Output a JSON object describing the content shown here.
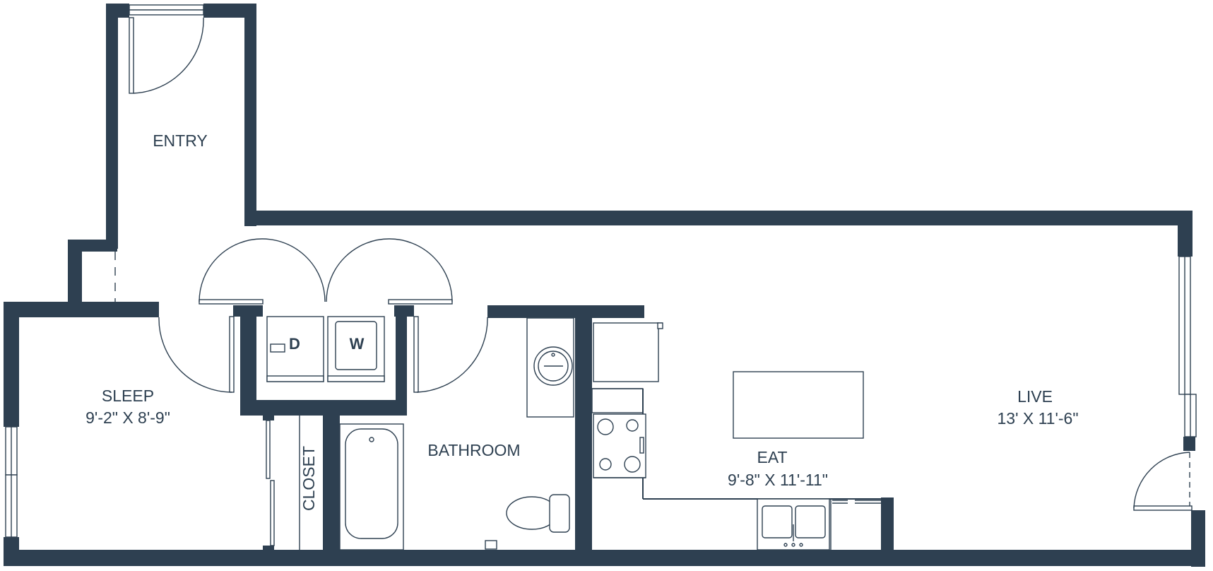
{
  "rooms": {
    "entry": {
      "name": "ENTRY"
    },
    "sleep": {
      "name": "SLEEP",
      "dims": "9'-2\" X 8'-9\""
    },
    "closet": {
      "name": "CLOSET"
    },
    "bathroom": {
      "name": "BATHROOM"
    },
    "eat": {
      "name": "EAT",
      "dims": "9'-8\" X 11'-11\""
    },
    "live": {
      "name": "LIVE",
      "dims": "13' X 11'-6\""
    }
  },
  "appliances": {
    "dryer": "D",
    "washer": "W"
  },
  "colors": {
    "wall": "#2e4051",
    "background": "#ffffff"
  }
}
